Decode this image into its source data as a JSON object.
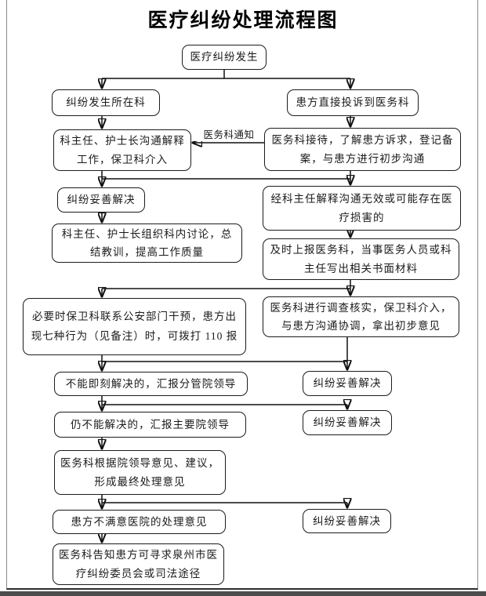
{
  "title": "医疗纠纷处理流程图",
  "edge_labels": {
    "notify": "医务科通知"
  },
  "nodes": {
    "start": "医疗纠纷发生",
    "dept": "纠纷发生所在科",
    "complaint": "患方直接投诉到医务科",
    "talk": "科主任、护士长沟通解释工作，保卫科介入",
    "reception": "医务科接待，了解患方诉求，登记备案，与患方进行初步沟通",
    "resolved1": "纠纷妥善解决",
    "ineffective": "经科主任解释沟通无效或可能存在医疗损害的",
    "discuss": "科主任、护士长组织科内讨论，总结教训，提高工作质量",
    "report": "及时上报医务科，当事医务人员或科主任写出相关书面材料",
    "police": "必要时保卫科联系公安部门干预，患方出现七种行为（见备注）时，可拨打 110 报",
    "investigate": "医务科进行调查核实，保卫科介入，与患方沟通协调，拿出初步意见",
    "report_leader": "不能即刻解决的，汇报分管院领导",
    "resolved2": "纠纷妥善解决",
    "still_not": "仍不能解决的，汇报主要院领导",
    "resolved3": "纠纷妥善解决",
    "final_opinion": "医务科根据院领导意见、建议，形成最终处理意见",
    "dissatisfied": "患方不满意医院的处理意见",
    "resolved4": "纠纷妥善解决",
    "judicial": "医务科告知患方可寻求泉州市医疗纠纷委员会或司法途径"
  },
  "colors": {
    "line": "#111111",
    "box_border": "#1c1c1c",
    "page_background": "#ffffff",
    "bottom_shadow": "#4c4c4c"
  }
}
